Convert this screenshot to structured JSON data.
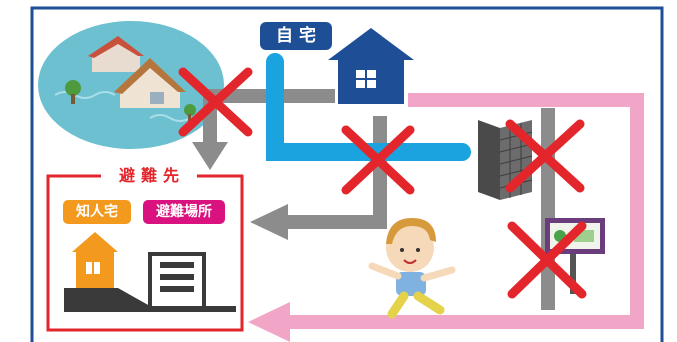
{
  "labels": {
    "home": "自宅",
    "evacuation_destination": "避難先",
    "acquaintance_home": "知人宅",
    "evacuation_site": "避難場所"
  },
  "colors": {
    "home_tag": "#1e4f96",
    "frame_border": "#1e4f96",
    "shelter_border": "#e3262b",
    "route_blue": "#1aa3df",
    "route_pink": "#f1a6c8",
    "route_gray": "#8c8c8c",
    "cross": "#e3262b",
    "friend_tag": "#f39a1e",
    "site_tag": "#d9127f"
  }
}
